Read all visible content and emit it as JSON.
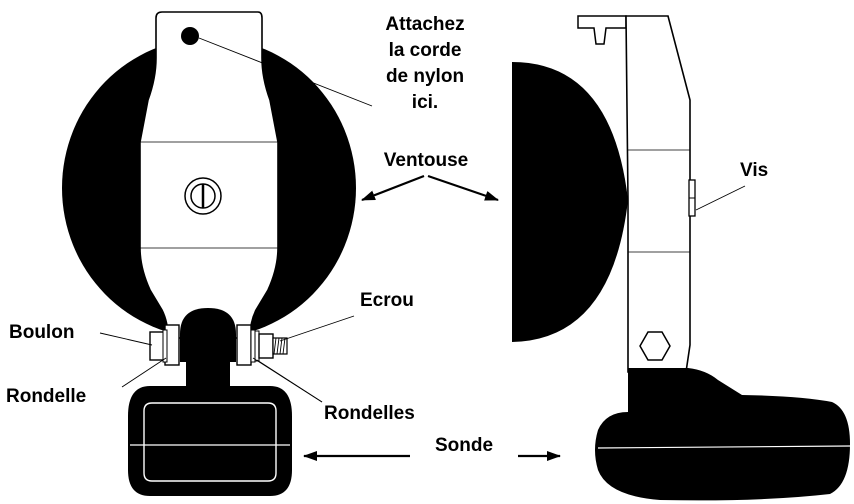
{
  "labels": {
    "attach_line1": "Attachez",
    "attach_line2": "la corde",
    "attach_line3": "de nylon",
    "attach_line4": "ici.",
    "ventouse": "Ventouse",
    "vis": "Vis",
    "ecrou": "Ecrou",
    "boulon": "Boulon",
    "rondelle": "Rondelle",
    "rondelles": "Rondelles",
    "sonde": "Sonde"
  },
  "colors": {
    "ink": "#000000",
    "paper": "#ffffff"
  }
}
